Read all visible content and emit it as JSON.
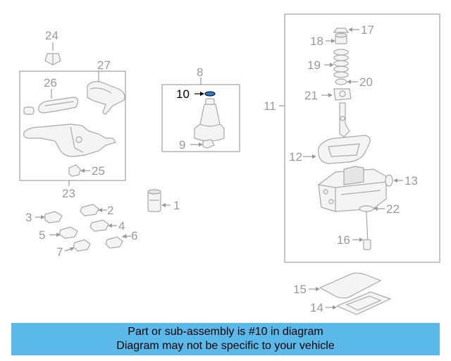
{
  "highlighted_part": "10",
  "highlight_color": "#2a7fd0",
  "banner": {
    "background": "#5ab9e8",
    "line1": "Part or sub-assembly is #10 in diagram",
    "line2": "Diagram may not be specific to your vehicle"
  },
  "callouts": {
    "c1": "1",
    "c2": "2",
    "c3": "3",
    "c4": "4",
    "c5": "5",
    "c6": "6",
    "c7": "7",
    "c8": "8",
    "c9": "9",
    "c10": "10",
    "c11": "11",
    "c12": "12",
    "c13": "13",
    "c14": "14",
    "c15": "15",
    "c16": "16",
    "c17": "17",
    "c18": "18",
    "c19": "19",
    "c20": "20",
    "c21": "21",
    "c22": "22",
    "c23": "23",
    "c24": "24",
    "c25": "25",
    "c26": "26",
    "c27": "27"
  }
}
